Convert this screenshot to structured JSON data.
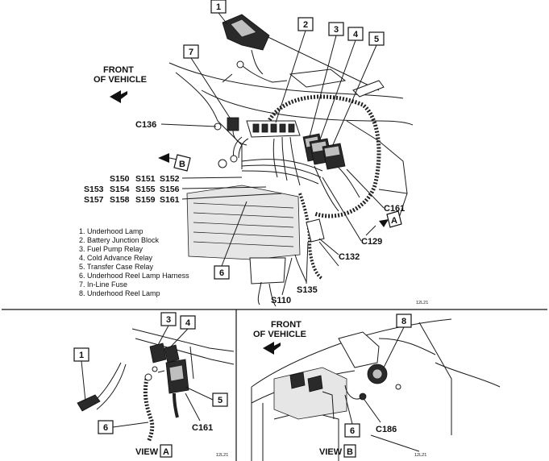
{
  "callouts": {
    "c1": "1",
    "c2": "2",
    "c3": "3",
    "c4": "4",
    "c5": "5",
    "c6": "6",
    "c7": "7",
    "va3": "3",
    "va4": "4",
    "va1": "1",
    "va5": "5",
    "va6": "6",
    "vb8": "8",
    "vb6": "6"
  },
  "labels": {
    "front_top": "FRONT",
    "front_bottom": "OF VEHICLE",
    "c136": "C136",
    "b_marker": "B",
    "a_marker": "A",
    "c161": "C161",
    "c129": "C129",
    "c132": "C132",
    "s135": "S135",
    "s110": "S110",
    "code_main": "12L21",
    "va_c161": "C161",
    "vb_c186": "C186",
    "vb_front_top": "FRONT",
    "vb_front_bottom": "OF VEHICLE",
    "code_a": "12L21",
    "code_b": "12L21"
  },
  "splices": {
    "row1": [
      "S150",
      "S151",
      "S152"
    ],
    "row2": [
      "S153",
      "S154",
      "S155",
      "S156"
    ],
    "row3": [
      "S157",
      "S158",
      "S159",
      "S161"
    ]
  },
  "legend": [
    "1.   Underhood Lamp",
    "2.   Battery Junction Block",
    "3.   Fuel Pump Relay",
    "4.   Cold Advance Relay",
    "5.   Transfer Case Relay",
    "6.   Underhood Reel Lamp Harness",
    "7.   In-Line Fuse",
    "8.   Underhood Reel Lamp"
  ],
  "views": {
    "a_word": "VIEW",
    "a_letter": "A",
    "b_word": "VIEW",
    "b_letter": "B"
  }
}
